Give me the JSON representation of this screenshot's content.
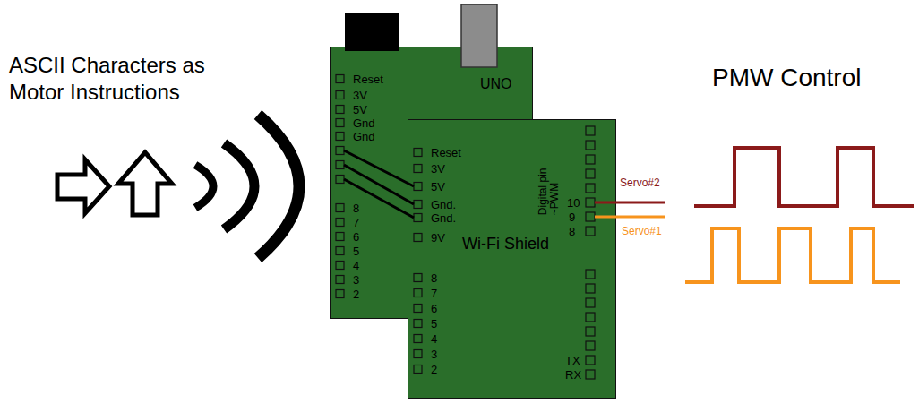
{
  "diagram": {
    "nodes": [
      {
        "text": [
          "Reset",
          "3V",
          "5V",
          "Gnd",
          "Gnd",
          "8",
          "7",
          "6",
          "5",
          "4",
          "3",
          "2",
          "UNO"
        ]
      },
      {
        "text": [
          "Reset",
          "3V",
          "5V",
          "Gnd.",
          "Gnd.",
          "9V",
          "8",
          "7",
          "6",
          "5",
          "4",
          "3",
          "2",
          "Wi-Fi Shield",
          "Digital pin ~PWM",
          "10",
          "9",
          "8",
          "TX",
          "RX"
        ]
      }
    ],
    "labels": [
      "ASCII Characters as Motor Instructions",
      "PMW Control",
      "Servo#2",
      "Servo#1"
    ]
  }
}
